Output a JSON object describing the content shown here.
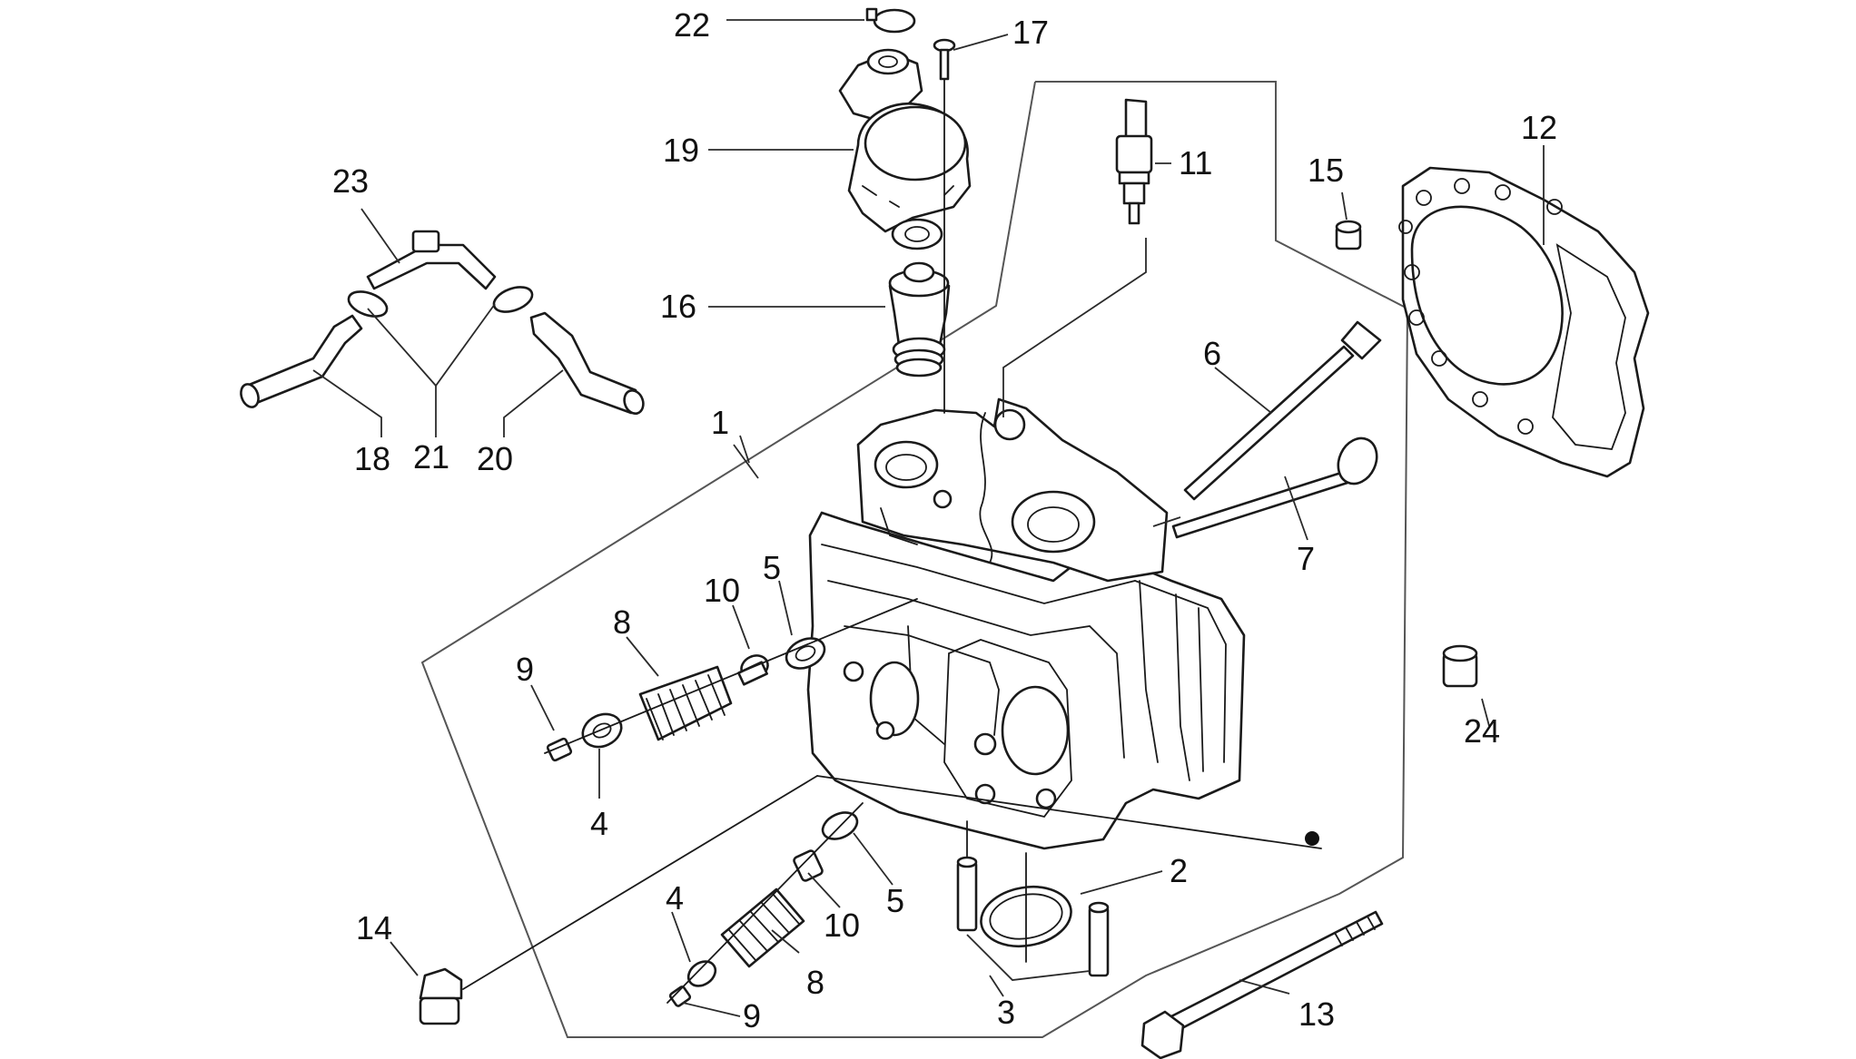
{
  "callouts": [
    {
      "id": "c1",
      "label": "1"
    },
    {
      "id": "c2",
      "label": "2"
    },
    {
      "id": "c3",
      "label": "3"
    },
    {
      "id": "c4a",
      "label": "4"
    },
    {
      "id": "c4b",
      "label": "4"
    },
    {
      "id": "c5a",
      "label": "5"
    },
    {
      "id": "c5b",
      "label": "5"
    },
    {
      "id": "c6",
      "label": "6"
    },
    {
      "id": "c7",
      "label": "7"
    },
    {
      "id": "c8a",
      "label": "8"
    },
    {
      "id": "c8b",
      "label": "8"
    },
    {
      "id": "c9a",
      "label": "9"
    },
    {
      "id": "c9b",
      "label": "9"
    },
    {
      "id": "c10a",
      "label": "10"
    },
    {
      "id": "c10b",
      "label": "10"
    },
    {
      "id": "c11",
      "label": "11"
    },
    {
      "id": "c12",
      "label": "12"
    },
    {
      "id": "c13",
      "label": "13"
    },
    {
      "id": "c14",
      "label": "14"
    },
    {
      "id": "c15",
      "label": "15"
    },
    {
      "id": "c16",
      "label": "16"
    },
    {
      "id": "c17",
      "label": "17"
    },
    {
      "id": "c18",
      "label": "18"
    },
    {
      "id": "c19",
      "label": "19"
    },
    {
      "id": "c20",
      "label": "20"
    },
    {
      "id": "c21",
      "label": "21"
    },
    {
      "id": "c22",
      "label": "22"
    },
    {
      "id": "c23",
      "label": "23"
    },
    {
      "id": "c24",
      "label": "24"
    }
  ]
}
